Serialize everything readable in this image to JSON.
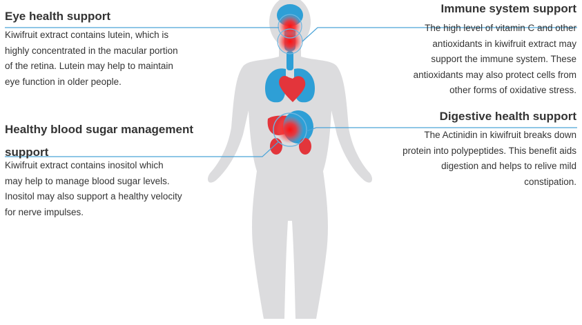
{
  "colors": {
    "body": "#dcdcde",
    "organ_blue": "#2e9fd6",
    "organ_red": "#e3353b",
    "glow": "#ff1a1a",
    "leader_line": "#4aa3d8",
    "text": "#333333"
  },
  "callouts": {
    "eye": {
      "heading": "Eye health support",
      "text": "Kiwifruit extract contains lutein, which is\nhighly concentrated in the macular portion\nof the retina. Lutein may help to maintain\neye function in older people."
    },
    "blood_sugar": {
      "heading": "Healthy blood sugar management\nsupport",
      "text": "Kiwifruit extract contains inositol which\nmay help to manage blood sugar levels.\nInositol may also support a healthy velocity\nfor nerve impulses."
    },
    "immune": {
      "heading": "Immune system support",
      "text": "The high level of vitamin C and other\nantioxidants in kiwifruit extract may\nsupport the immune system. These\nantioxidants may also protect cells from\nother forms of oxidative stress."
    },
    "digestive": {
      "heading": "Digestive health support",
      "text": "The Actinidin in kiwifruit breaks down\nprotein into polypeptides. This benefit aids\ndigestion and helps to relive mild\nconstipation."
    }
  }
}
